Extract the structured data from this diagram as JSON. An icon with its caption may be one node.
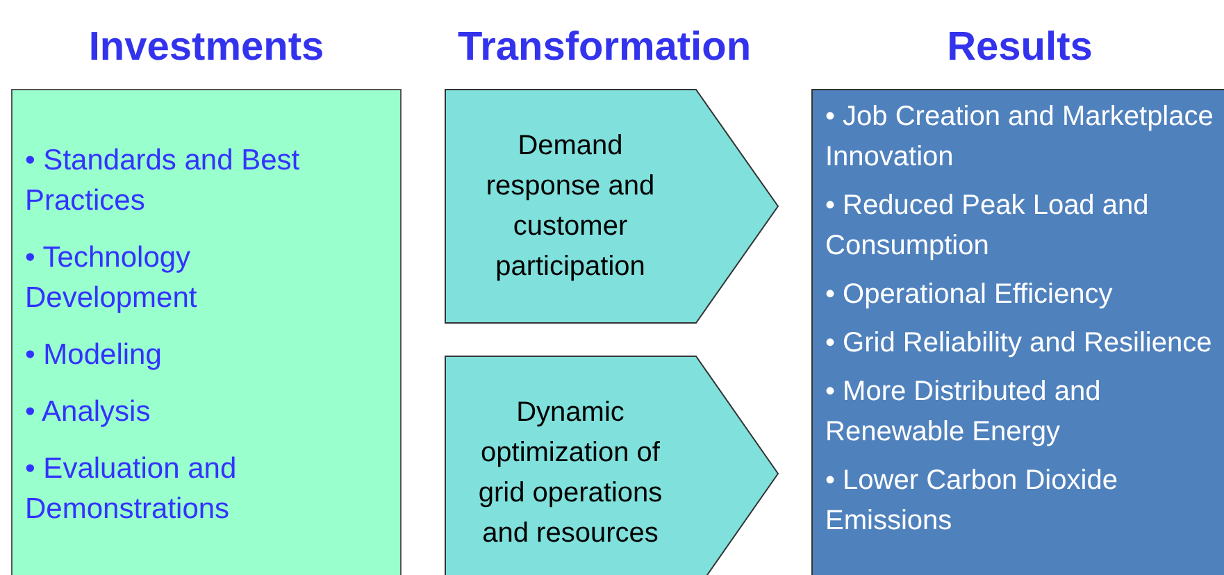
{
  "diagram": {
    "nodes": [
      {
        "text": [
          "Investments",
          "• Standards and Best Practices",
          "• Technology Development",
          "• Modeling",
          "• Analysis",
          "• Evaluation and Demonstrations"
        ]
      },
      {
        "text": [
          "Demand response and customer participation"
        ]
      },
      {
        "text": [
          "Dynamic optimization of grid operations and resources"
        ]
      },
      {
        "text": [
          "Results",
          "• Job Creation and Marketplace Innovation",
          "• Reduced Peak Load and Consumption",
          "• Operational Efficiency",
          "• Grid Reliability and Resilience",
          "• More Distributed and Renewable Energy",
          "• Lower Carbon Dioxide Emissions"
        ]
      }
    ],
    "labels": [
      "Transformation"
    ]
  }
}
